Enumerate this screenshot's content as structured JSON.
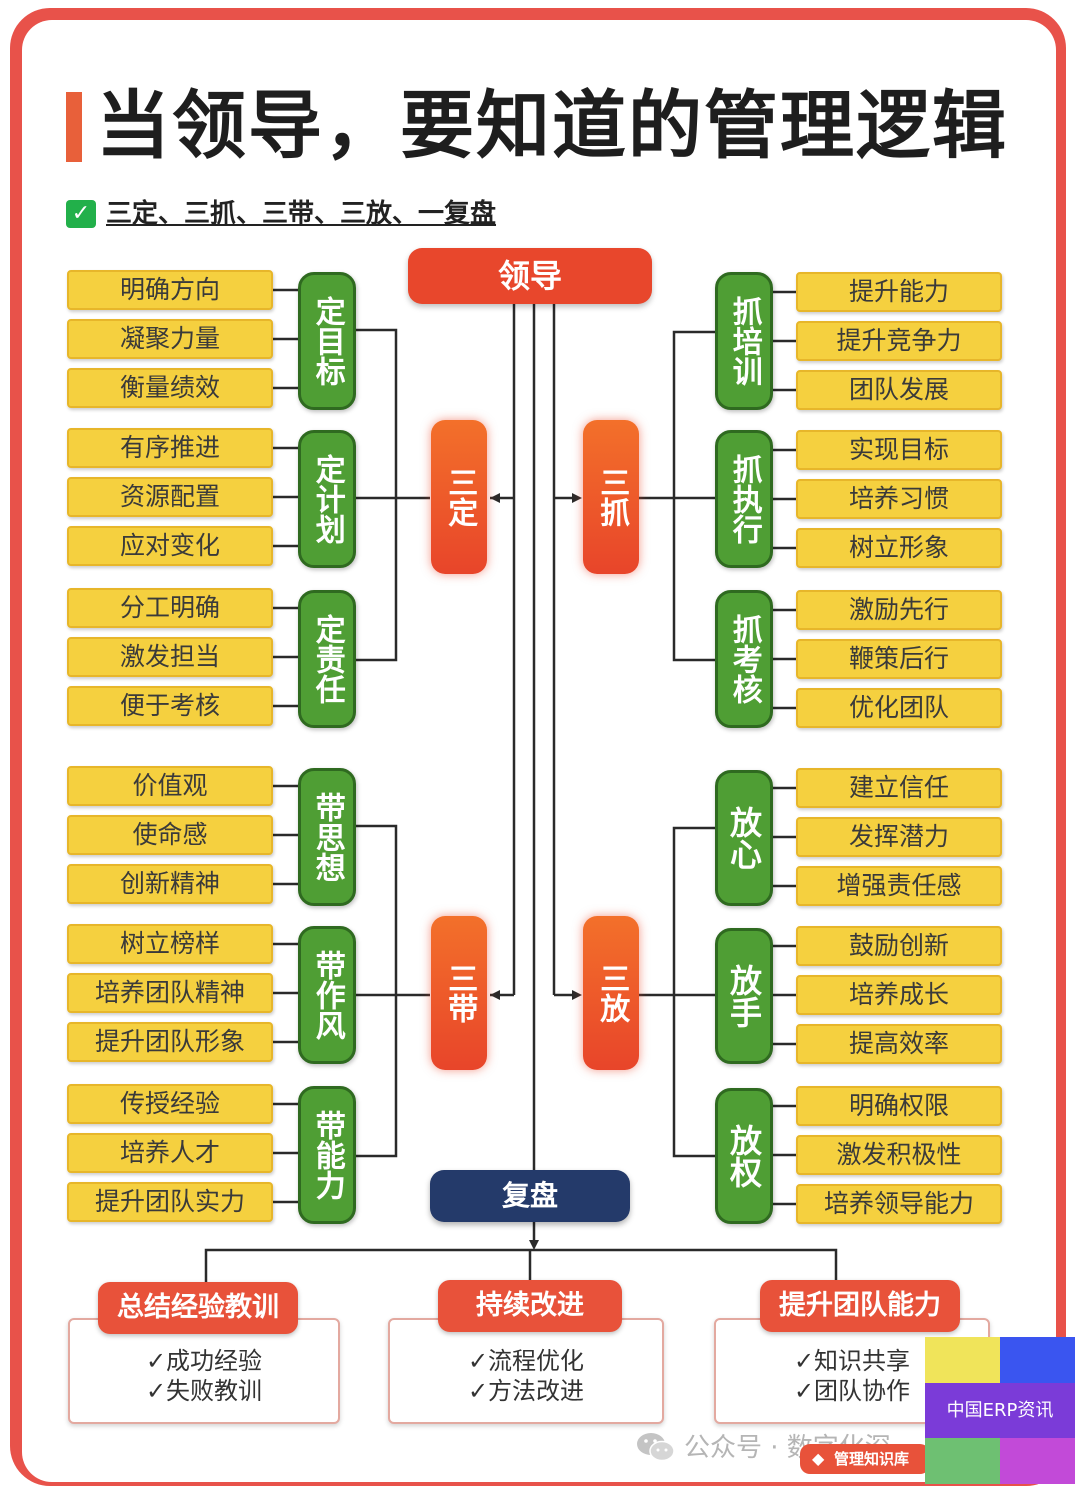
{
  "title": "当领导，要知道的管理逻辑",
  "subtitle": "三定、三抓、三带、三放、一复盘",
  "root": "领导",
  "review": "复盘",
  "branches": {
    "ding": {
      "label": "三定",
      "groups": [
        {
          "label": "定目标",
          "items": [
            "明确方向",
            "凝聚力量",
            "衡量绩效"
          ]
        },
        {
          "label": "定计划",
          "items": [
            "有序推进",
            "资源配置",
            "应对变化"
          ]
        },
        {
          "label": "定责任",
          "items": [
            "分工明确",
            "激发担当",
            "便于考核"
          ]
        }
      ]
    },
    "zhua": {
      "label": "三抓",
      "groups": [
        {
          "label": "抓培训",
          "items": [
            "提升能力",
            "提升竞争力",
            "团队发展"
          ]
        },
        {
          "label": "抓执行",
          "items": [
            "实现目标",
            "培养习惯",
            "树立形象"
          ]
        },
        {
          "label": "抓考核",
          "items": [
            "激励先行",
            "鞭策后行",
            "优化团队"
          ]
        }
      ]
    },
    "dai": {
      "label": "三带",
      "groups": [
        {
          "label": "带思想",
          "items": [
            "价值观",
            "使命感",
            "创新精神"
          ]
        },
        {
          "label": "带作风",
          "items": [
            "树立榜样",
            "培养团队精神",
            "提升团队形象"
          ]
        },
        {
          "label": "带能力",
          "items": [
            "传授经验",
            "培养人才",
            "提升团队实力"
          ]
        }
      ]
    },
    "fang": {
      "label": "三放",
      "groups": [
        {
          "label": "放心",
          "items": [
            "建立信任",
            "发挥潜力",
            "增强责任感"
          ]
        },
        {
          "label": "放手",
          "items": [
            "鼓励创新",
            "培养成长",
            "提高效率"
          ]
        },
        {
          "label": "放权",
          "items": [
            "明确权限",
            "激发积极性",
            "培养领导能力"
          ]
        }
      ]
    }
  },
  "lessons": [
    {
      "title": "总结经验教训",
      "lines": [
        "✓成功经验",
        "✓失败教训"
      ]
    },
    {
      "title": "持续改进",
      "lines": [
        "✓流程优化",
        "✓方法改进"
      ]
    },
    {
      "title": "提升团队能力",
      "lines": [
        "✓知识共享",
        "✓团队协作"
      ]
    }
  ],
  "watermark": {
    "text": "公众号 · 数字化深",
    "badge": "管理知识库"
  },
  "corner_label": "中国ERP资讯",
  "colors": {
    "orange": "#e8472c",
    "green": "#4f9e34",
    "yellow": "#f5d03f",
    "navy": "#243a6a"
  }
}
